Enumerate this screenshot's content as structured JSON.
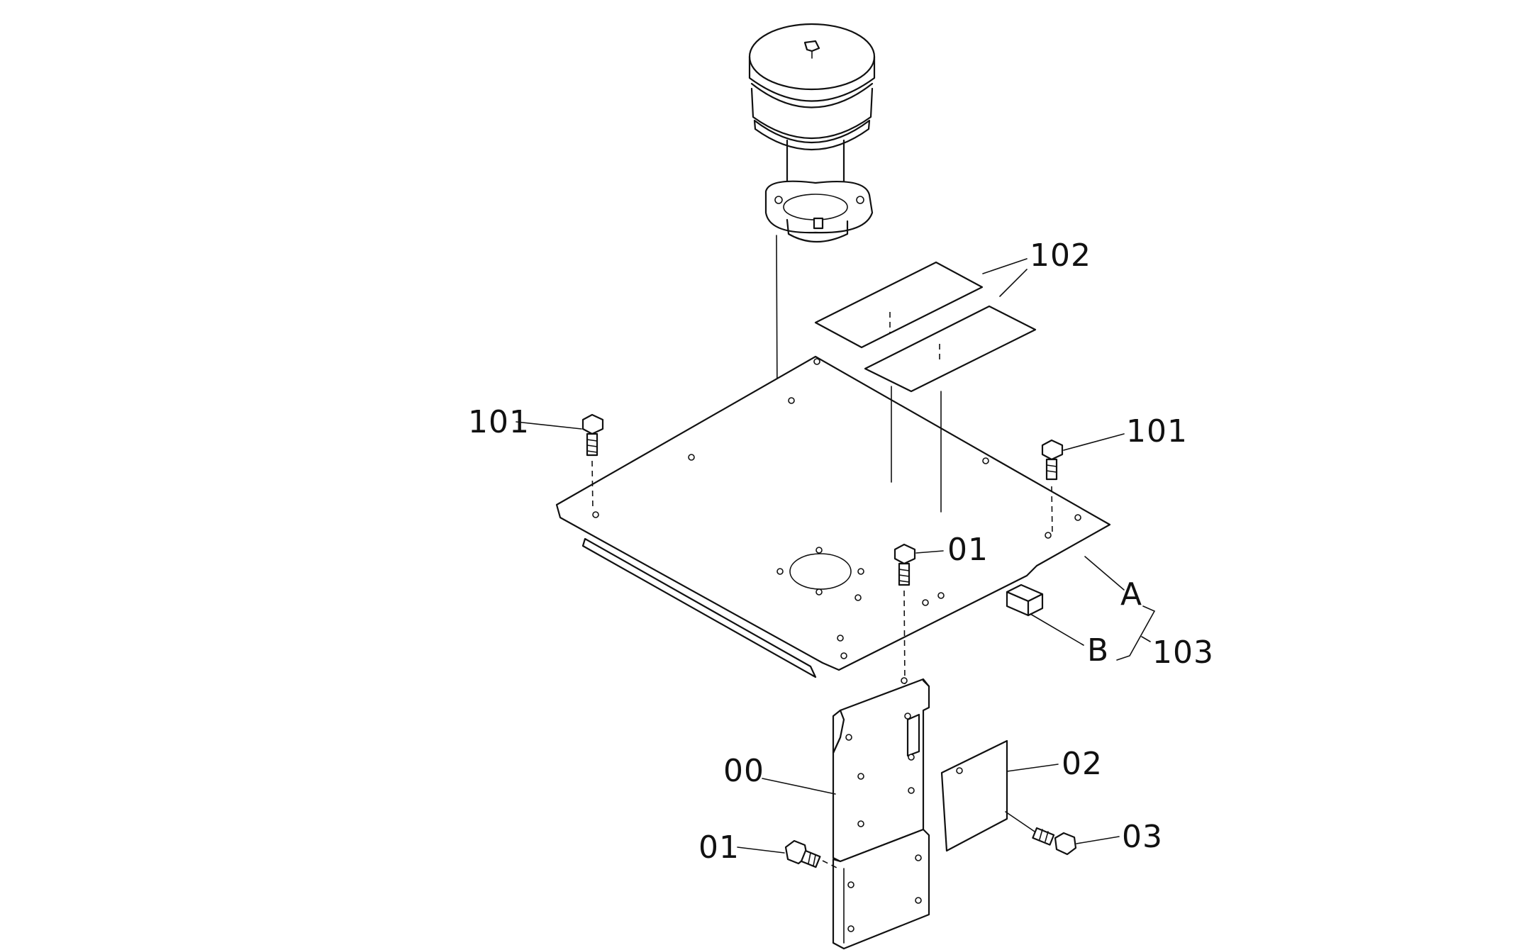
{
  "labels": {
    "air_cleaner_plate_decal": "102",
    "bolt_left": "101",
    "bolt_right": "101",
    "bolt_center": "01",
    "part_a": "A",
    "part_b": "B",
    "group_103": "103",
    "bracket": "00",
    "bolt_bracket": "01",
    "cover_plate": "02",
    "bolt_cover": "03"
  }
}
